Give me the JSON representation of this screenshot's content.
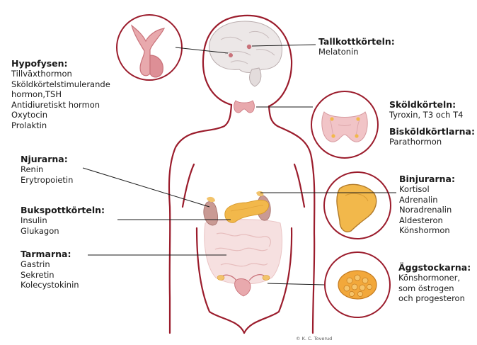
{
  "colors": {
    "outline": "#9b1c2c",
    "gland_pink": "#e8a9ad",
    "gland_dark": "#c9727a",
    "pancreas": "#f2b84b",
    "intestine": "#f6d9d9",
    "brain": "#e9e4e4",
    "leader_line": "#1a1a1a",
    "ovary": "#f2a83b"
  },
  "labels": {
    "hypofysen": {
      "title": "Hypofysen:",
      "lines": [
        "Tillväxthormon",
        "Sköldkörtelstimulerande",
        "hormon,TSH",
        "Antidiuretiskt hormon",
        "Oxytocin",
        "Prolaktin"
      ]
    },
    "tallkottkorteln": {
      "title": "Tallkottkörteln:",
      "lines": [
        "Melatonin"
      ]
    },
    "skoldkorteln": {
      "title": "Sköldkörteln:",
      "lines": [
        "Tyroxin, T3 och T4"
      ]
    },
    "biskoldkortlarna": {
      "title": "Bisköldkörtlarna:",
      "lines": [
        "Parathormon"
      ]
    },
    "njurarna": {
      "title": "Njurarna:",
      "lines": [
        "Renin",
        "Erytropoietin"
      ]
    },
    "binjurarna": {
      "title": "Binjurarna:",
      "lines": [
        "Kortisol",
        "Adrenalin",
        "Noradrenalin",
        "Aldesteron",
        "Könshormon"
      ]
    },
    "bukspottkorteln": {
      "title": "Bukspottkörteln:",
      "lines": [
        "Insulin",
        "Glukagon"
      ]
    },
    "tarmarna": {
      "title": "Tarmarna:",
      "lines": [
        "Gastrin",
        "Sekretin",
        "Kolecystokinin"
      ]
    },
    "aggstockarna": {
      "title": "Äggstockarna:",
      "lines": [
        "Könshormoner,",
        "som östrogen",
        "och progesteron"
      ]
    }
  },
  "credit": "© K. C. Toverud"
}
